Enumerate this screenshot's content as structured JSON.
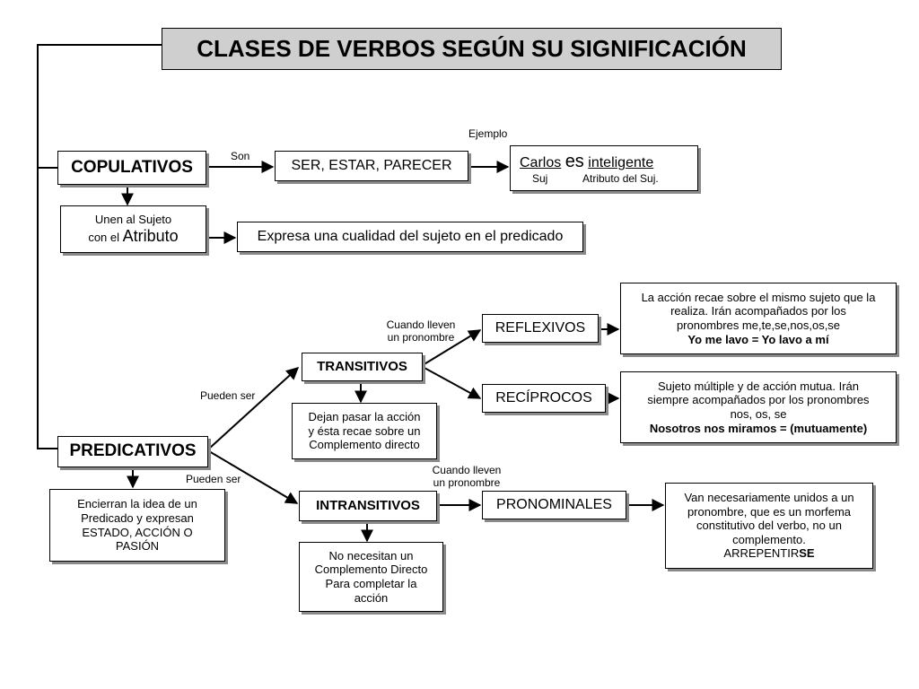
{
  "title": "CLASES DE VERBOS SEGÚN SU SIGNIFICACIÓN",
  "copulativos": {
    "label": "COPULATIVOS",
    "son": "Son",
    "verbs": "SER, ESTAR, PARECER",
    "ejemplo_label": "Ejemplo",
    "example": {
      "word1": "Carlos",
      "word2": "es",
      "word3": "inteligente",
      "sub1": "Suj",
      "sub2": "Atributo del Suj."
    },
    "unen_line1": "Unen al Sujeto",
    "unen_prefix": "con el",
    "unen_atributo": "Atributo",
    "expresa": "Expresa una cualidad del sujeto en el predicado"
  },
  "predicativos": {
    "label": "PREDICATIVOS",
    "desc": [
      "Encierran la idea de un",
      "Predicado y expresan",
      "ESTADO, ACCIÓN O",
      "PASIÓN"
    ],
    "pueden_ser_1": "Pueden ser",
    "pueden_ser_2": "Pueden ser",
    "transitivos": {
      "label": "TRANSITIVOS",
      "desc": [
        "Dejan pasar la acción",
        "y ésta recae sobre un",
        "Complemento directo"
      ],
      "cuando": [
        "Cuando lleven",
        "un pronombre"
      ],
      "reflexivos": {
        "label": "REFLEXIVOS",
        "desc": [
          "La acción recae sobre el mismo sujeto que la",
          "realiza. Irán acompañados por los",
          "pronombres me,te,se,nos,os,se"
        ],
        "example": "Yo me lavo = Yo lavo a mí"
      },
      "reciprocos": {
        "label": "RECÍPROCOS",
        "desc": [
          "Sujeto múltiple y de acción mutua. Irán",
          "siempre acompañados por los pronombres",
          "nos, os, se"
        ],
        "example": "Nosotros nos miramos = (mutuamente)"
      }
    },
    "intransitivos": {
      "label": "INTRANSITIVOS",
      "desc": [
        "No necesitan un",
        "Complemento Directo",
        "Para completar la",
        "acción"
      ],
      "cuando": [
        "Cuando lleven",
        "un pronombre"
      ],
      "pronominales": {
        "label": "PRONOMINALES",
        "desc": [
          "Van necesariamente unidos a un",
          "pronombre, que es un morfema",
          "constitutivo del verbo, no un",
          "complemento."
        ],
        "example_pre": "ARREPENTIR",
        "example_bold": "SE"
      }
    }
  }
}
